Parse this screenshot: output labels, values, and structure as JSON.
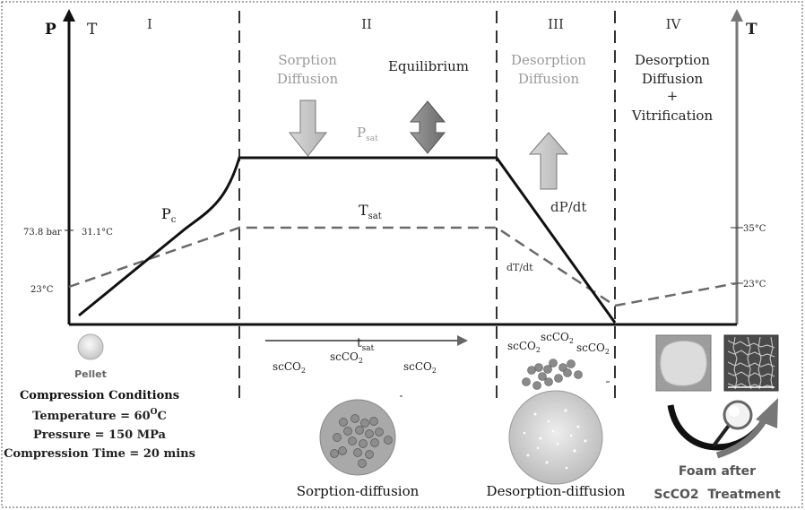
{
  "axes": {
    "left_p": "P",
    "left_t": "T",
    "right_t": "T"
  },
  "stages": {
    "i": "I",
    "ii": "II",
    "iii": "III",
    "iv": "IV"
  },
  "labels": {
    "sorption": "Sorption",
    "diffusion_1": "Diffusion",
    "equilibrium": "Equilibrium",
    "desorption_1": "Desorption",
    "diffusion_2": "Diffusion",
    "desorption_2": "Desorption",
    "diffusion_3": "Diffusion",
    "plus": "+",
    "vitrification": "Vitrification",
    "p_sat_main": "P",
    "p_sat_sub": "sat",
    "t_sat_main": "T",
    "t_sat_sub": "sat",
    "pc_main": "P",
    "pc_sub": "c",
    "dpdt": "dP/dt",
    "dtdt": "dT/dt",
    "bar_738": "73.8 bar",
    "temp_311": "31.1°C",
    "temp_23_left": "23°C",
    "temp_35": "35°C",
    "temp_23_right": "23°C",
    "tsat_main": "t",
    "tsat_sub": "sat"
  },
  "co2": {
    "main": "scCO",
    "sub": "2"
  },
  "pellet": "Pellet",
  "compression": {
    "title": "Compression Conditions",
    "temperature_prefix": "Temperature = 60",
    "temperature_sup": "O",
    "temperature_suffix": "C",
    "pressure": "Pressure = 150 MPa",
    "time": "Compression Time = 20 mins"
  },
  "captions": {
    "sorption_diffusion": "Sorption-diffusion",
    "desorption_diffusion": "Desorption-diffusion",
    "foam_after": "Foam after",
    "treatment": "ScCO2  Treatment"
  },
  "colors": {
    "pressure_line": "#111111",
    "temperature_line": "#6a6a6a",
    "arrow_light": "#c8c8c8",
    "arrow_dark": "#8a8a8a",
    "label_gray": "#9a9a9a"
  }
}
